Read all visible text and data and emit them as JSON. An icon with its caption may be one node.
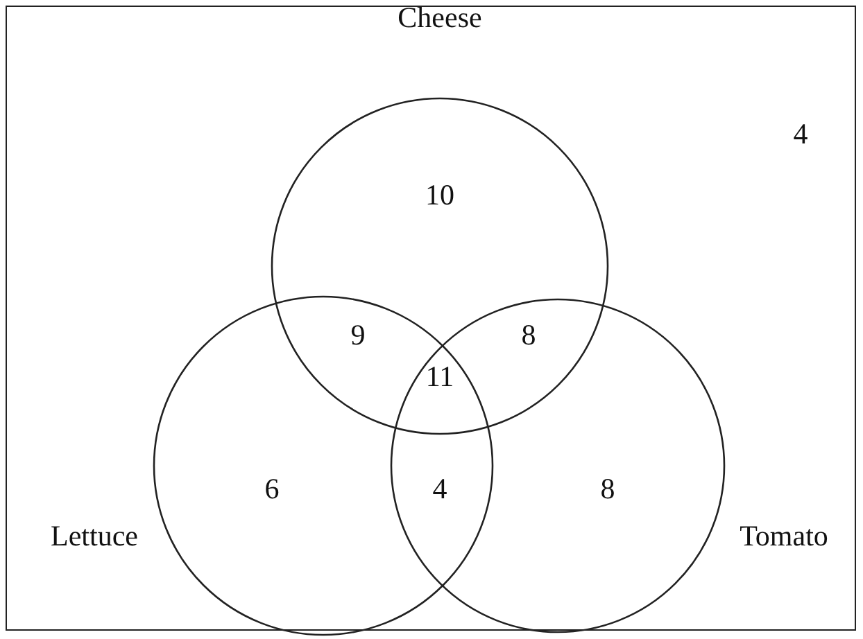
{
  "diagram": {
    "nodes": [
      {
        "text": [
          "Cheese"
        ]
      },
      {
        "text": [
          "Lettuce"
        ]
      },
      {
        "text": [
          "Tomato"
        ]
      }
    ],
    "labels": [
      "4",
      "10",
      "9",
      "8",
      "11",
      "6",
      "4",
      "8"
    ]
  }
}
